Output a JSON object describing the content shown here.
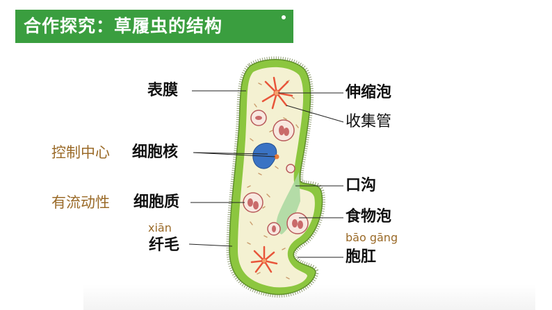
{
  "title": "合作探究：草履虫的结构",
  "labels": {
    "biaomo": "表膜",
    "shensuopao": "伸缩泡",
    "shoujiguan": "收集管",
    "xibaohe": "细胞核",
    "kongzhizhongxin": "控制中心",
    "kougou": "口沟",
    "xibaozhi": "细胞质",
    "youliudongxing": "有流动性",
    "shiwupao": "食物泡",
    "xianmao": "纤毛",
    "xianmao_pinyin": "xiān",
    "baogang": "胞肛",
    "baogang_pinyin": "bāo gāng"
  },
  "colors": {
    "banner": "#3a9e3f",
    "membrane": "#8cc63f",
    "cytoplasm": "#f4f1d2",
    "nucleus": "#3a73c4",
    "note_text": "#9a6a28",
    "vacuole": "#e8553a"
  }
}
